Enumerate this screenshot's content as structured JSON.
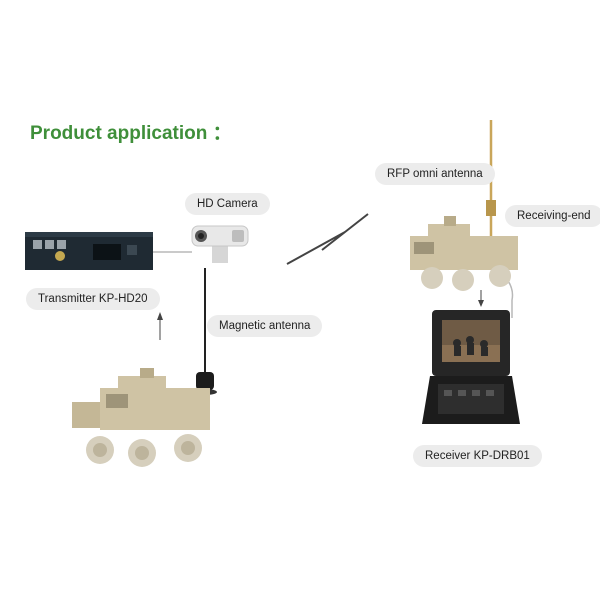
{
  "title": "Product application ：",
  "labels": {
    "hd_camera": "HD Camera",
    "transmitter": "Transmitter KP-HD20",
    "magnetic_antenna": "Magnetic antenna",
    "rfp_antenna": "RFP omni antenna",
    "receiving_end": "Receiving-end",
    "receiver": "Receiver  KP-DRB01"
  },
  "colors": {
    "title_green": "#3f8f3a",
    "label_bg": "#ececec",
    "vehicle_tan": "#cfc3a4",
    "device_dark": "#1f2a33"
  }
}
